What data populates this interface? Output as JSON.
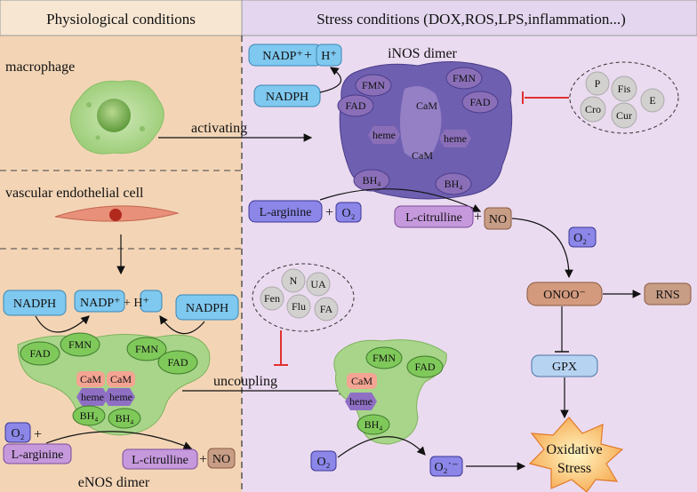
{
  "headers": {
    "left": "Physiological conditions",
    "right": "Stress conditions (DOX,ROS,LPS,inflammation...)"
  },
  "left": {
    "macrophage": "macrophage",
    "endothelial": "vascular endothelial cell",
    "activating": "activating",
    "enos_title": "eNOS dimer",
    "nadph_left": "NADPH",
    "nadph_right": "NADPH",
    "nadp_plus": "NADP⁺ + H⁺",
    "fad1": "FAD",
    "fmn1": "FMN",
    "fmn2": "FMN",
    "fad2": "FAD",
    "cam1": "CaM",
    "cam2": "CaM",
    "heme1": "heme",
    "heme2": "heme",
    "bh4_1": "BH₄",
    "bh4_2": "BH₄",
    "o2": "O₂",
    "plus": "+",
    "larg": "L-arginine",
    "lcit": "L-citrulline",
    "plus2": "+",
    "no": "NO",
    "uncoupling": "uncoupling"
  },
  "right": {
    "inos_title": "iNOS dimer",
    "nadp": "NADP⁺",
    "plus": "+",
    "h": "H⁺",
    "nadph": "NADPH",
    "fmn_l": "FMN",
    "fmn_r": "FMN",
    "fad_l": "FAD",
    "fad_r": "FAD",
    "cam_top": "CaM",
    "cam_mid": "CaM",
    "heme_l": "heme",
    "heme_r": "heme",
    "bh4_l": "BH₄",
    "bh4_r": "BH₄",
    "inhib_top": [
      "P",
      "Fis",
      "E",
      "Cro",
      "Cur"
    ],
    "larg": "L-arginine",
    "plus2": "+",
    "o2": "O₂",
    "lcit": "L-citrulline",
    "plus3": "+",
    "no": "NO",
    "o2rad": "O₂˙",
    "onoo": "ONOO⁻",
    "rns": "RNS",
    "gpx": "GPX",
    "inhib_mid": [
      "N",
      "UA",
      "Fen",
      "Flu",
      "FA"
    ],
    "u_fmn": "FMN",
    "u_fad": "FAD",
    "u_cam": "CaM",
    "u_heme": "heme",
    "u_bh4": "BH₄",
    "u_o2": "O₂",
    "u_o2rad": "O₂˙⁻",
    "oxidative": "Oxidative",
    "stress": "Stress"
  },
  "colors": {
    "left_bg": "#f3d5b6",
    "right_bg": "#ebdbf0",
    "header_left": "#f7e6d2",
    "header_right": "#e3d6ee",
    "nadph_blue": "#7fc8ef",
    "green_enzyme": "#a8d58a",
    "purple_protein": "#6e5fb0",
    "inhibit_red": "#e03030"
  }
}
